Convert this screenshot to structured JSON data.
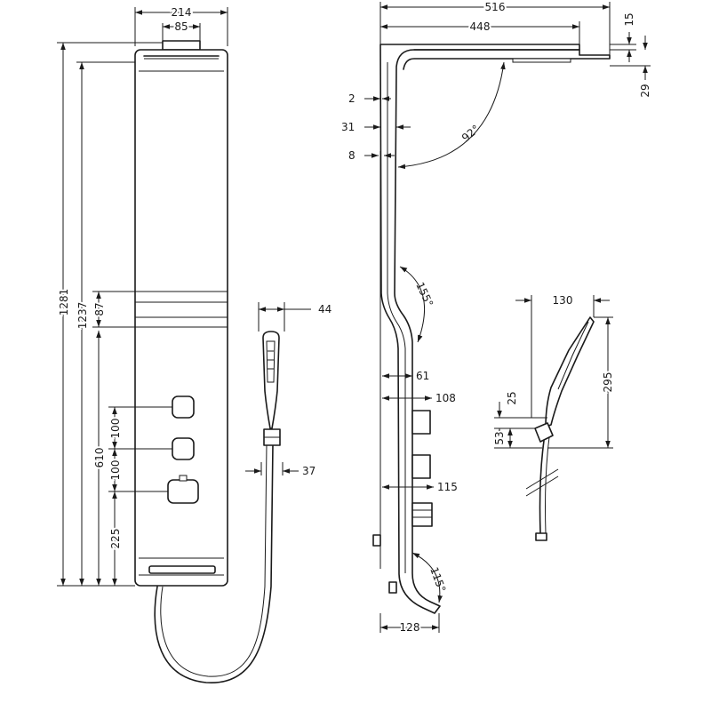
{
  "dimensions": {
    "panel_width": "214",
    "top_nozzle_width": "85",
    "total_height": "1281",
    "inner_height": "1237",
    "section_height": "87",
    "control_height": "610",
    "spacing_a": "100",
    "spacing_b": "100",
    "bottom_height": "225",
    "handshower_width": "44",
    "holder_width": "37",
    "arm_length": "516",
    "head_depth": "448",
    "head_thickness": "15",
    "head_height": "29",
    "offset_2": "2",
    "offset_31": "31",
    "offset_8": "8",
    "angle_92": "92°",
    "angle_155": "155°",
    "depth_61": "61",
    "depth_108": "108",
    "depth_115": "115",
    "angle_115": "115°",
    "base_depth": "128",
    "hand_reach": "130",
    "hand_height": "295",
    "holder_25": "25",
    "holder_53": "53"
  }
}
